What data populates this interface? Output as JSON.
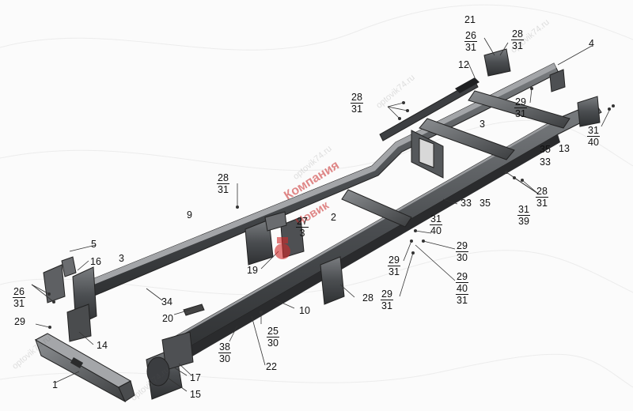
{
  "watermark": {
    "company_line1": "Компания",
    "company_line2": "Човик",
    "site_text": "optovik74.ru"
  },
  "labels": {
    "l1": "1",
    "l2": "2",
    "l3a": "3",
    "l3b": "3",
    "l4": "4",
    "l5": "5",
    "l9": "9",
    "l10": "10",
    "l12": "12",
    "l13": "13",
    "l14": "14",
    "l15": "15",
    "l16": "16",
    "l17": "17",
    "l19": "19",
    "l20": "20",
    "l21": "21",
    "l22": "22",
    "l28": "28",
    "l29": "29",
    "l33a": "33",
    "l33b": "33",
    "l34": "34",
    "l35a": "35",
    "l35b": "35"
  },
  "fractions": {
    "f26_31_top": [
      "26",
      "31"
    ],
    "f28_31_top": [
      "28",
      "31"
    ],
    "f28_31_upper": [
      "28",
      "31"
    ],
    "f29_31_right": [
      "29",
      "31"
    ],
    "f31_40_right": [
      "31",
      "40"
    ],
    "f28_31_mid": [
      "28",
      "31"
    ],
    "f28_31_r": [
      "28",
      "31"
    ],
    "f31_39": [
      "31",
      "39"
    ],
    "f31_40_mid": [
      "31",
      "40"
    ],
    "f29_30": [
      "29",
      "30"
    ],
    "f29_31_a": [
      "29",
      "31"
    ],
    "f29_40_31": [
      "29",
      "40",
      "31"
    ],
    "f29_31_b": [
      "29",
      "31"
    ],
    "f27_3": [
      "27",
      "3"
    ],
    "f26_31_left": [
      "26",
      "31"
    ],
    "f25_30": [
      "25",
      "30"
    ],
    "f38_30": [
      "38",
      "30"
    ]
  }
}
